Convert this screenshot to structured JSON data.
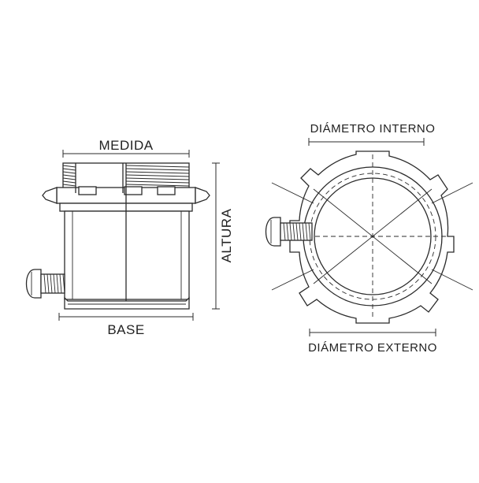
{
  "side_view": {
    "label_top": "MEDIDA",
    "label_bottom": "BASE",
    "label_right": "ALTURA"
  },
  "front_view": {
    "label_top": "DIÁMETRO INTERNO",
    "label_bottom": "DIÁMETRO EXTERNO"
  }
}
